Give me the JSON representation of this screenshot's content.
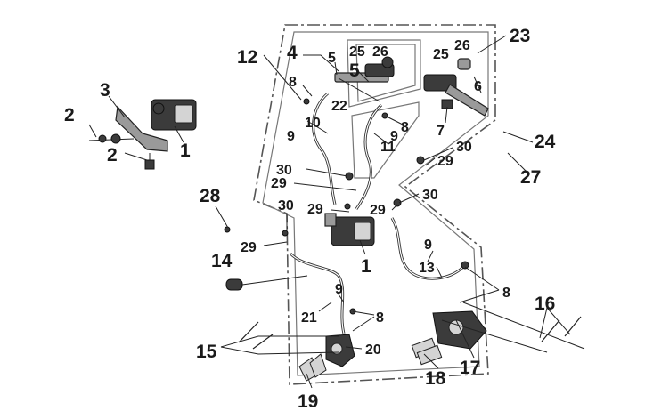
{
  "callouts": {
    "c1a": "1",
    "c1b": "1",
    "c2a": "2",
    "c2b": "2",
    "c3": "3",
    "c4": "4",
    "c5": "5",
    "c5b": "5",
    "c6": "6",
    "c7": "7",
    "c8a": "8",
    "c8b": "8",
    "c8c": "8",
    "c8d": "8",
    "c9a": "9",
    "c9b": "9",
    "c9c": "9",
    "c9d": "9",
    "c10": "10",
    "c11": "11",
    "c12": "12",
    "c13": "13",
    "c14": "14",
    "c15": "15",
    "c16": "16",
    "c17": "17",
    "c18": "18",
    "c19": "19",
    "c20": "20",
    "c21": "21",
    "c22": "22",
    "c23": "23",
    "c24": "24",
    "c25a": "25",
    "c25b": "25",
    "c26a": "26",
    "c26b": "26",
    "c27": "27",
    "c28": "28",
    "c29a": "29",
    "c29b": "29",
    "c29c": "29",
    "c29d": "29",
    "c29e": "29",
    "c30a": "30",
    "c30b": "30",
    "c30c": "30",
    "c30d": "30"
  },
  "colors": {
    "line": "#333333",
    "part": "#9a9a9a",
    "dark": "#3b3b3b"
  }
}
